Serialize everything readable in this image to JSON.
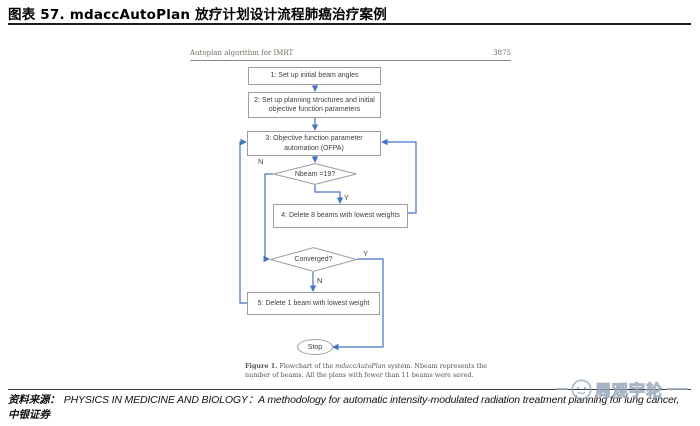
{
  "header": {
    "title": "图表 57. mdaccAutoPlan 放疗计划设计流程肺癌治疗案例"
  },
  "paper": {
    "running_head": "Autoplan algorithm for IMRT",
    "page_number": "3875",
    "flowchart": {
      "type": "flowchart",
      "steps": [
        {
          "id": "1",
          "label": "1: Set up initial beam angles"
        },
        {
          "id": "2",
          "label": "2: Set up planning structures and initial objective function parameters"
        },
        {
          "id": "3",
          "label": "3: Objective function parameter automation (OFPA)"
        },
        {
          "id": "4",
          "label": "4: Delete 8 beams with lowest weights"
        },
        {
          "id": "5",
          "label": "5: Delete 1 beam with lowest weight"
        }
      ],
      "decisions": [
        {
          "label": "Nbeam =19?",
          "no_label": "N",
          "yes_label": "Y"
        },
        {
          "label": "Converged?",
          "yes_label": "Y",
          "no_label": "N"
        }
      ],
      "terminator": "Stop"
    },
    "caption": {
      "label": "Figure 1.",
      "pre": " Flowchart of the ",
      "italic": "mdaccAutoPlan",
      "post": " system. Nbeam represents the number of beams. All the plans with fewer than 11 beams were saved."
    }
  },
  "source": {
    "label": "资料来源：",
    "reference": "PHYSICS IN MEDICINE AND BIOLOGY：A methodology for automatic intensity-modulated radiation treatment planning for lung cancer,",
    "publisher": "中银证券"
  },
  "watermark": {
    "text": "周观宇轮"
  },
  "colors": {
    "arrow_blue": "#4472c4",
    "box_border": "#9e9e9e",
    "title_rule": "#1c1c1c",
    "watermark": "#93a3b6"
  }
}
